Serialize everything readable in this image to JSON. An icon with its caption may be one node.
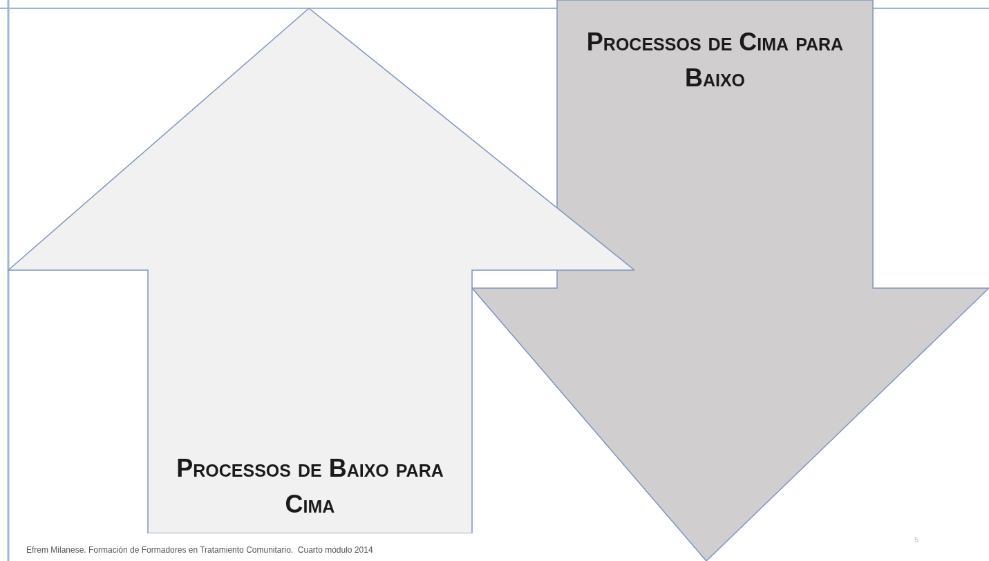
{
  "diagram": {
    "nodes": [
      {
        "text": [
          "Processos de Baixo para Cima"
        ]
      },
      {
        "text": [
          "Processos de Cima para Baixo"
        ]
      }
    ],
    "labels": [
      "Efrem Milanese. Formación de Formadores en Tratamiento Comunitario.  Cuarto módulo 2014",
      "5"
    ]
  }
}
